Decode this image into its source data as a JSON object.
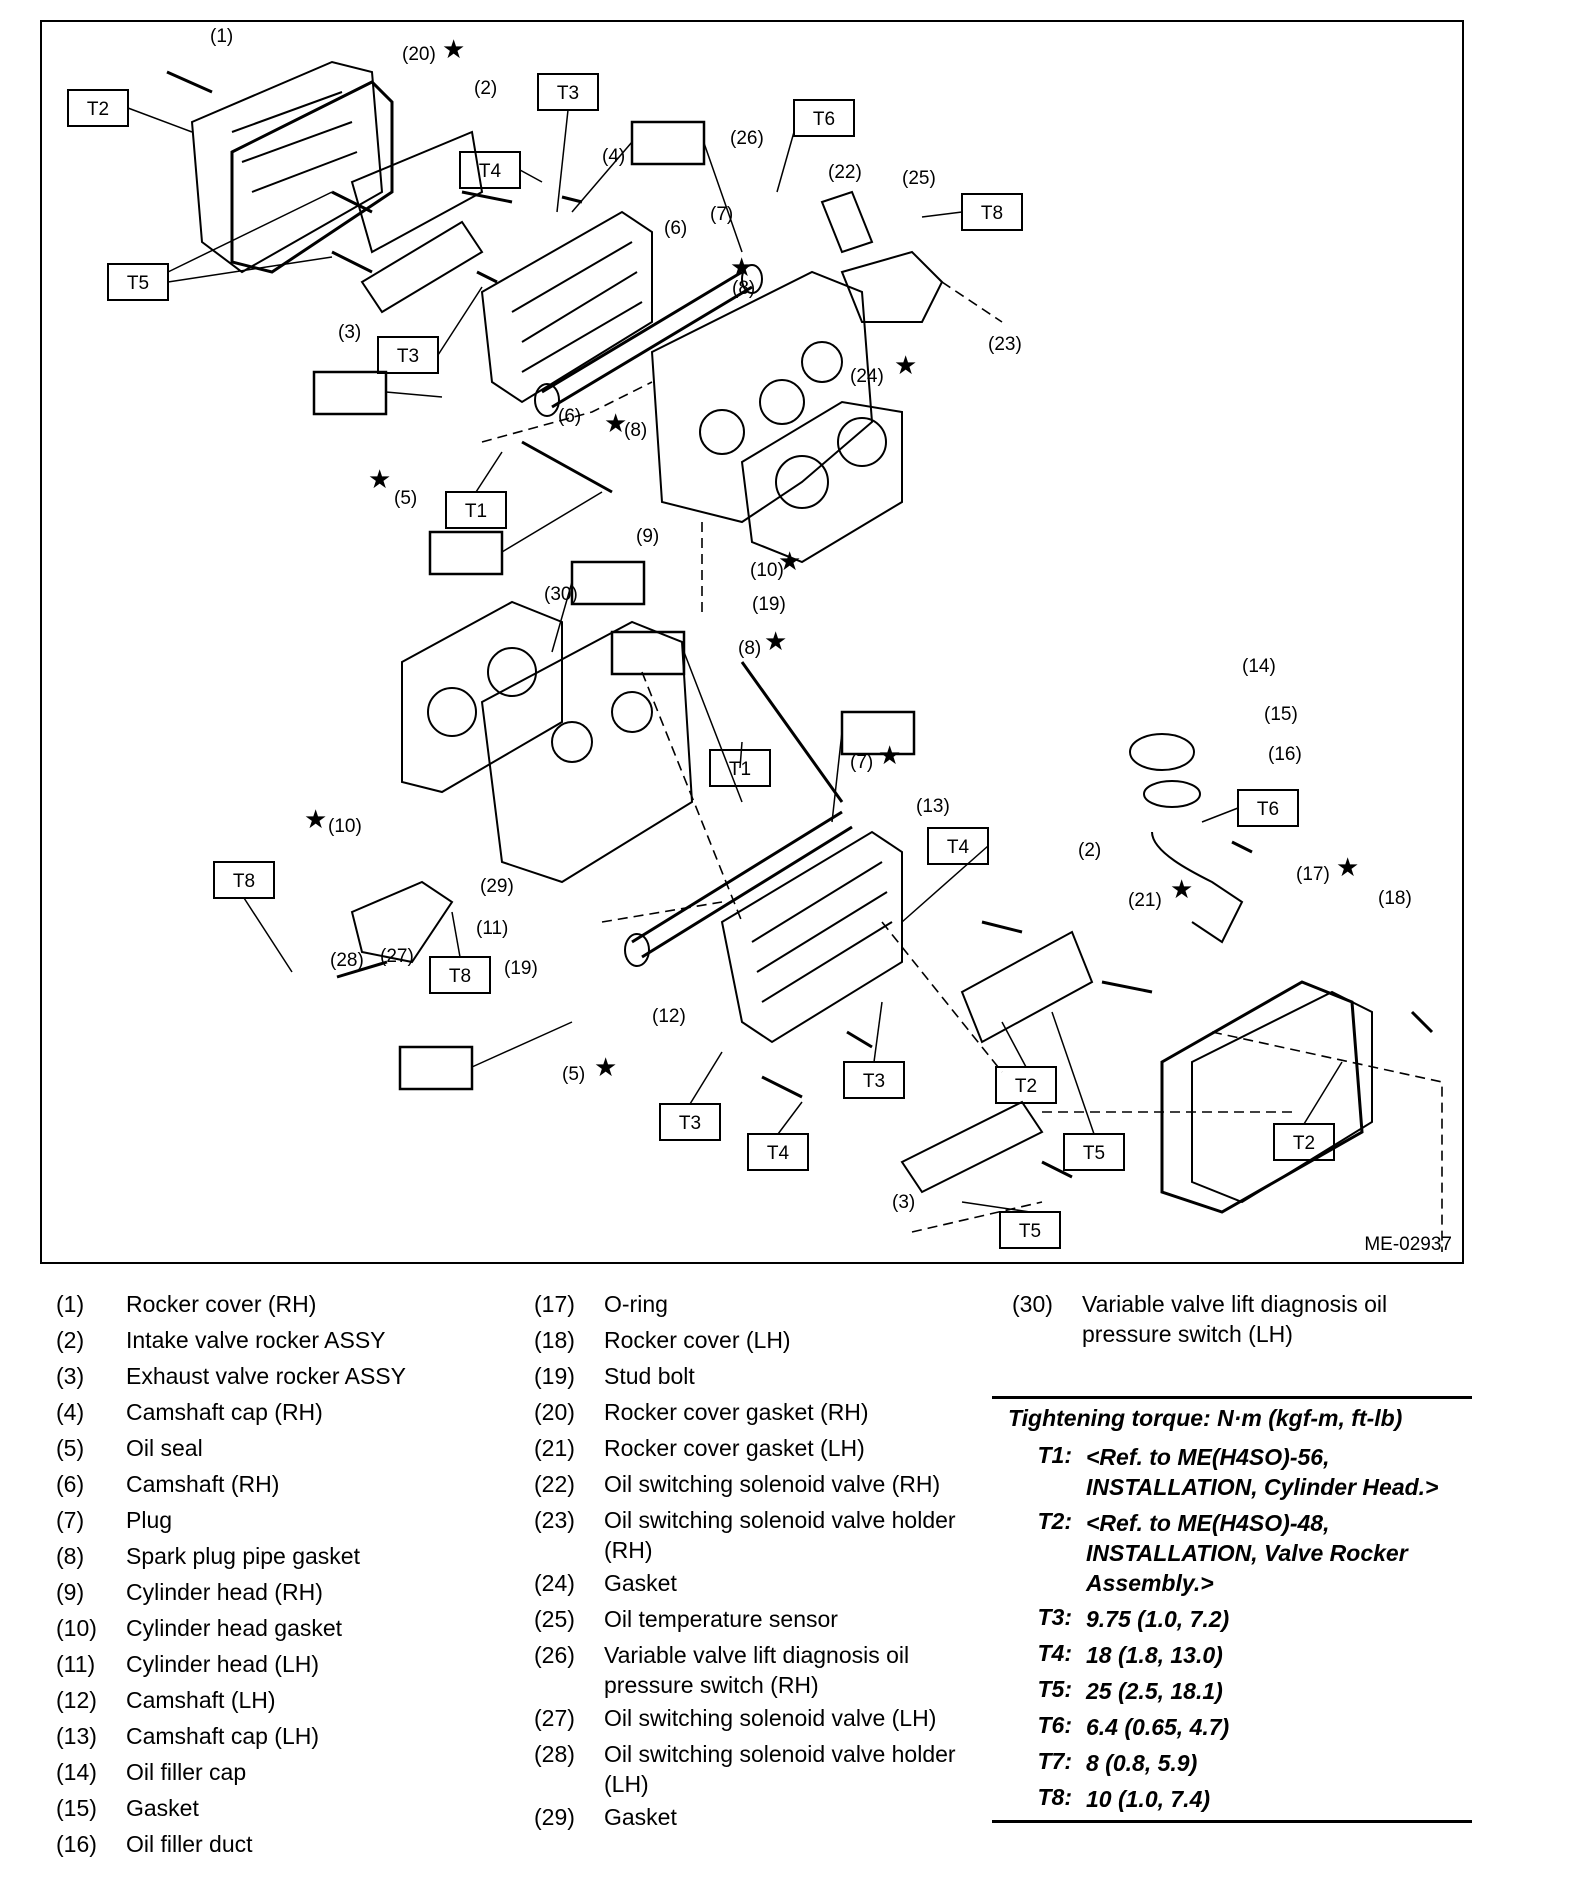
{
  "figure": {
    "code": "ME-02937",
    "callouts": {
      "n1": "(1)",
      "n2": "(2)",
      "n3": "(3)",
      "n4": "(4)",
      "n5": "(5)",
      "n6": "(6)",
      "n7": "(7)",
      "n8": "(8)",
      "n9": "(9)",
      "n10": "(10)",
      "n11": "(11)",
      "n12": "(12)",
      "n13": "(13)",
      "n14": "(14)",
      "n15": "(15)",
      "n16": "(16)",
      "n17": "(17)",
      "n18": "(18)",
      "n19": "(19)",
      "n20": "(20)",
      "n21": "(21)",
      "n22": "(22)",
      "n23": "(23)",
      "n24": "(24)",
      "n25": "(25)",
      "n26": "(26)",
      "n27": "(27)",
      "n28": "(28)",
      "n29": "(29)",
      "n30": "(30)"
    },
    "torque_tags": {
      "t1": "T1",
      "t2": "T2",
      "t3": "T3",
      "t4": "T4",
      "t5": "T5",
      "t6": "T6",
      "t8": "T8"
    },
    "star_symbol": "★"
  },
  "legend": {
    "col1": [
      {
        "num": "(1)",
        "text": "Rocker cover (RH)"
      },
      {
        "num": "(2)",
        "text": "Intake valve rocker ASSY"
      },
      {
        "num": "(3)",
        "text": "Exhaust valve rocker ASSY"
      },
      {
        "num": "(4)",
        "text": "Camshaft cap (RH)"
      },
      {
        "num": "(5)",
        "text": "Oil seal"
      },
      {
        "num": "(6)",
        "text": "Camshaft (RH)"
      },
      {
        "num": "(7)",
        "text": "Plug"
      },
      {
        "num": "(8)",
        "text": "Spark plug pipe gasket"
      },
      {
        "num": "(9)",
        "text": "Cylinder head (RH)"
      },
      {
        "num": "(10)",
        "text": "Cylinder head gasket"
      },
      {
        "num": "(11)",
        "text": "Cylinder head (LH)"
      },
      {
        "num": "(12)",
        "text": "Camshaft (LH)"
      },
      {
        "num": "(13)",
        "text": "Camshaft cap (LH)"
      },
      {
        "num": "(14)",
        "text": "Oil filler cap"
      },
      {
        "num": "(15)",
        "text": "Gasket"
      },
      {
        "num": "(16)",
        "text": "Oil filler duct"
      }
    ],
    "col2": [
      {
        "num": "(17)",
        "text": "O-ring"
      },
      {
        "num": "(18)",
        "text": "Rocker cover (LH)"
      },
      {
        "num": "(19)",
        "text": "Stud bolt"
      },
      {
        "num": "(20)",
        "text": "Rocker cover gasket (RH)"
      },
      {
        "num": "(21)",
        "text": "Rocker cover gasket (LH)"
      },
      {
        "num": "(22)",
        "text": "Oil switching solenoid valve (RH)"
      },
      {
        "num": "(23)",
        "text": "Oil switching solenoid valve holder (RH)"
      },
      {
        "num": "(24)",
        "text": "Gasket"
      },
      {
        "num": "(25)",
        "text": "Oil temperature sensor"
      },
      {
        "num": "(26)",
        "text": "Variable valve lift diagnosis oil pressure switch (RH)"
      },
      {
        "num": "(27)",
        "text": "Oil switching solenoid valve (LH)"
      },
      {
        "num": "(28)",
        "text": "Oil switching solenoid valve holder (LH)"
      },
      {
        "num": "(29)",
        "text": "Gasket"
      }
    ],
    "col3": [
      {
        "num": "(30)",
        "text": "Variable valve lift diagnosis oil pressure switch (LH)"
      }
    ]
  },
  "torque": {
    "title": "Tightening torque: N·m (kgf-m, ft-lb)",
    "rows": [
      {
        "label": "T1:",
        "value": "<Ref. to ME(H4SO)-56, INSTALLATION, Cylinder Head.>"
      },
      {
        "label": "T2:",
        "value": "<Ref. to ME(H4SO)-48, INSTALLATION, Valve Rocker Assembly.>"
      },
      {
        "label": "T3:",
        "value": "9.75 (1.0, 7.2)"
      },
      {
        "label": "T4:",
        "value": "18 (1.8, 13.0)"
      },
      {
        "label": "T5:",
        "value": "25 (2.5, 18.1)"
      },
      {
        "label": "T6:",
        "value": "6.4 (0.65, 4.7)"
      },
      {
        "label": "T7:",
        "value": "8 (0.8, 5.9)"
      },
      {
        "label": "T8:",
        "value": "10 (1.0, 7.4)"
      }
    ]
  }
}
